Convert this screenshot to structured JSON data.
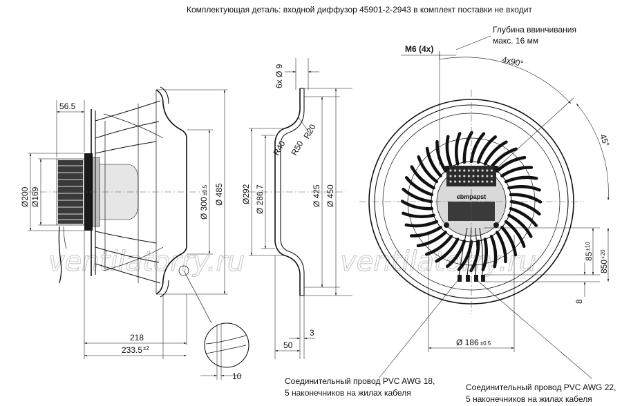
{
  "notes": {
    "top": "Комплектующая деталь: входной диффузор 45901-2-2943 в комплект поставки не входит",
    "depth_line1": "Глубина ввинчивания",
    "depth_line2": "макс. 16 мм",
    "cable18_line1": "Соединительный провод PVC AWG 18,",
    "cable18_line2": "5 наконечников на жилах кабеля",
    "cable22_line1": "Соединительный провод PVC AWG 22,",
    "cable22_line2": "5 наконечников на жилах кабеля"
  },
  "watermark": {
    "left": "ventilatorry.ru",
    "right": "ventilatorry.ru"
  },
  "dimensions": {
    "d565": "56.5",
    "d200": "Ø200",
    "d169": "Ø169",
    "d300": "Ø 300",
    "d300_tol": "±0.5",
    "d485": "Ø 485",
    "d218": "218",
    "d2335": "233.5",
    "d2335_tol": "±2",
    "d10": "10",
    "d6x9": "6x Ø 9",
    "d292": "Ø292",
    "d2867": "Ø 286.7",
    "r40": "R40",
    "r50": "R50",
    "r20": "R20",
    "d425": "Ø 425",
    "d450": "Ø 450",
    "d50": "50",
    "d3": "3",
    "m6": "M6 (4x)",
    "a4x90": "4x90°",
    "a45": "45°",
    "d85": "85",
    "d85_tol": "±10",
    "d850": "850",
    "d850_tol": "+20",
    "d8": "8",
    "d186": "Ø 186",
    "d186_tol": "±0.5"
  },
  "logo": "ebmpapst"
}
